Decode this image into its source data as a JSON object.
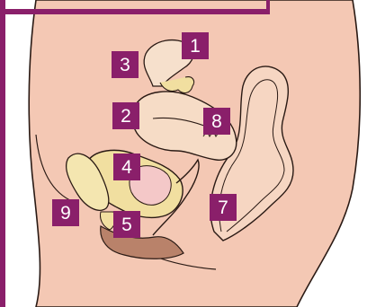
{
  "colors": {
    "frame": "#8a1f6a",
    "skin": "#f4c8b4",
    "skin_outline": "#2a1a14",
    "organ_peach": "#f7d5bd",
    "uterus_fill": "#f6dcc6",
    "bladder_fill": "#f1dfa0",
    "rectum_fill": "#f6d6c2",
    "floor_fill": "#b9826a",
    "marker_bg": "#8a1f6a",
    "marker_text": "#ffffff"
  },
  "markers": [
    {
      "id": "1",
      "label": "1"
    },
    {
      "id": "2",
      "label": "2"
    },
    {
      "id": "3",
      "label": "3"
    },
    {
      "id": "4",
      "label": "4"
    },
    {
      "id": "5",
      "label": "5"
    },
    {
      "id": "7",
      "label": "7"
    },
    {
      "id": "8",
      "label": "8"
    },
    {
      "id": "9",
      "label": "9"
    }
  ]
}
